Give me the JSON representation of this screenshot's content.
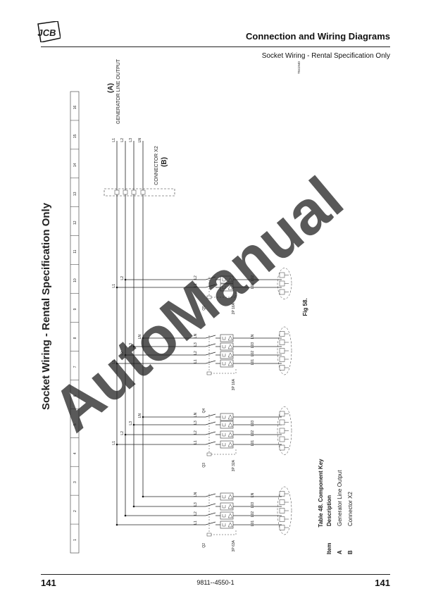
{
  "header": {
    "logo": "JCB",
    "title": "Connection and Wiring Diagrams",
    "subtitle": "Socket Wiring - Rental Specification Only"
  },
  "page": {
    "title": "Socket Wiring - Rental Specification Only",
    "figure_code": "T041940",
    "figure_caption": "Fig 58.",
    "watermark": "AutoManual",
    "watermark_color": "#3aa8e0"
  },
  "diagram": {
    "grid_numbers": [
      "1",
      "2",
      "3",
      "4",
      "5",
      "6",
      "7",
      "8",
      "9",
      "10",
      "11",
      "12",
      "13",
      "14",
      "15",
      "16"
    ],
    "bus_labels": [
      "L1",
      "L2",
      "L3",
      "LN"
    ],
    "generator": {
      "item": "(A)",
      "label": "GENERATOR LINE OUTPUT"
    },
    "connector": {
      "item": "(B)",
      "label": "CONNECTOR X2"
    },
    "groups": [
      {
        "q": "Q5",
        "q_pos": "below",
        "rating": "2P 16A",
        "phases": [
          "L2",
          "L1"
        ],
        "wires": [
          "L02",
          "L01"
        ],
        "sockets": 3
      },
      {
        "q": "",
        "q_pos": "below",
        "rating": "3P 16A",
        "phases": [
          "LN",
          "L3",
          "L2",
          "L1"
        ],
        "wires": [
          "LN",
          "L03",
          "L02",
          "L01"
        ],
        "sockets": 5
      },
      {
        "q": "Q3",
        "q_top": "Q4",
        "q_pos": "below",
        "rating": "3P 32A",
        "phases": [
          "LN",
          "L3",
          "L2",
          "L1"
        ],
        "wires": [
          "",
          "L03",
          "L02",
          "L01"
        ],
        "sockets": 5
      },
      {
        "q": "Q2",
        "q_pos": "below",
        "rating": "3P 63A",
        "phases": [
          "LN",
          "L3",
          "L2",
          "L1"
        ],
        "wires": [
          "LN",
          "L03",
          "L02",
          "L01"
        ],
        "sockets": 5
      }
    ]
  },
  "table": {
    "caption": "Table 48. Component Key",
    "headers": [
      "Item",
      "Description"
    ],
    "rows": [
      [
        "A",
        "Generator Line Output"
      ],
      [
        "B",
        "Connector X2"
      ]
    ]
  },
  "footer": {
    "page_left": "141",
    "doc_number": "9811--4550-1",
    "page_right": "141"
  }
}
